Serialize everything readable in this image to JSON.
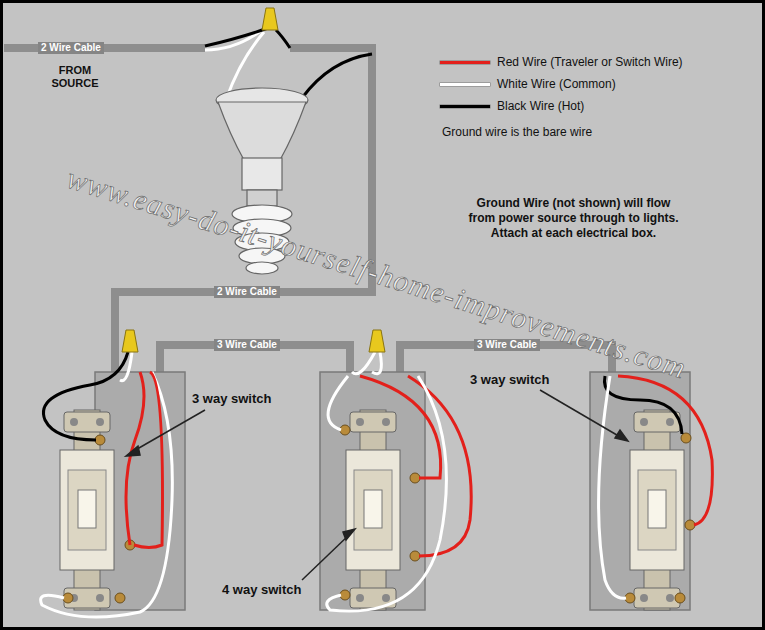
{
  "diagram": {
    "labels": [
      "2 Wire Cable",
      "FROM SOURCE",
      "Ground wire is the bare wire",
      "Ground Wire (not shown) will flow from power source through to lights. Attach at each electrical box.",
      "2 Wire Cable",
      "3 Wire Cable",
      "3 Wire Cable",
      "3 way switch",
      "4 way switch",
      "3 way switch",
      "www.easy-do-it-yourself-home-improvements.com"
    ],
    "legend": [
      {
        "text": "Red Wire (Traveler or Switch Wire)",
        "color": "#e3201b"
      },
      {
        "text": "White Wire (Common)",
        "color": "#ffffff"
      },
      {
        "text": "Black Wire (Hot)",
        "color": "#000000"
      }
    ]
  }
}
